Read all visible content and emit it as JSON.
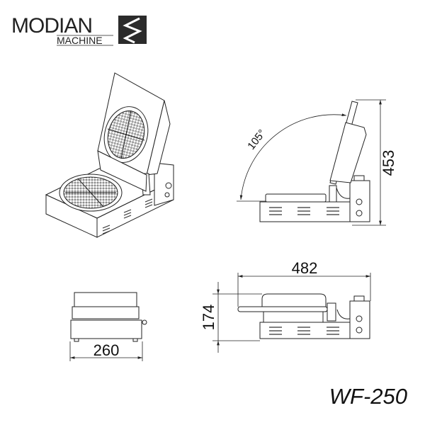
{
  "logo": {
    "brand": "MODIAN",
    "sub": "MACHINE"
  },
  "model": "WF-250",
  "dimensions": {
    "height_open": "453",
    "opening_angle": "105°",
    "length": "482",
    "height_closed": "174",
    "width": "260"
  },
  "colors": {
    "line": "#222222",
    "logo_box": "#2b2b2b"
  }
}
